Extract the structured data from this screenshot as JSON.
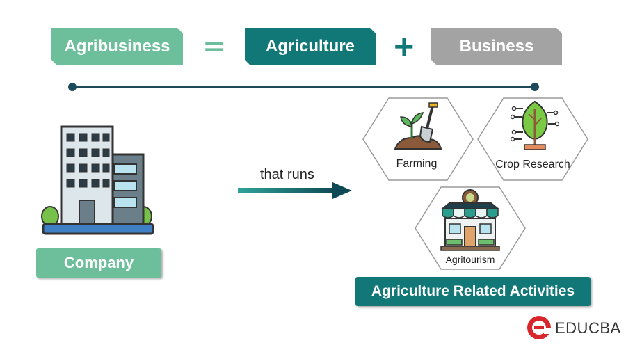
{
  "equation": {
    "term1": "Agribusiness",
    "equals": "=",
    "term2": "Agriculture",
    "plus": "+",
    "term3": "Business"
  },
  "left": {
    "company_label": "Company"
  },
  "arrow": {
    "label": "that runs"
  },
  "activities": {
    "items": [
      "Farming",
      "Crop Research",
      "Agritourism"
    ],
    "title": "Agriculture Related Activities"
  },
  "brand": {
    "name": "EDUCBA"
  },
  "colors": {
    "light_teal": "#6dbf9c",
    "dark_teal": "#127877",
    "gray": "#a3a3a3",
    "line": "#1c4a5a",
    "brand_red": "#d8262c"
  },
  "icons": [
    "building-icon",
    "seedling-shovel-icon",
    "plant-circuit-icon",
    "farm-shop-icon",
    "educba-logo-icon"
  ]
}
